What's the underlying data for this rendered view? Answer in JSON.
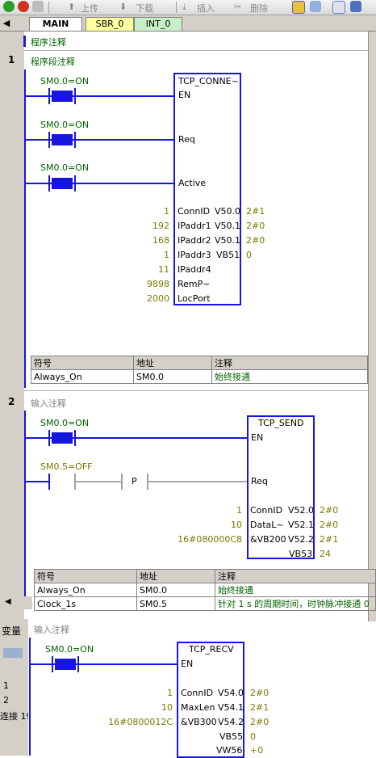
{
  "toolbar": {
    "upload_label": "上传",
    "download_label": "下载",
    "insert_label": "插入",
    "delete_label": "删除"
  },
  "tabs": [
    {
      "label": "MAIN"
    },
    {
      "label": "SBR_0"
    },
    {
      "label": "INT_0"
    }
  ],
  "program_comment": "程序注释",
  "networks": [
    {
      "number": "1",
      "comment": "程序段注释",
      "contacts": [
        {
          "label": "SM0.0=ON"
        },
        {
          "label": "SM0.0=ON"
        },
        {
          "label": "SM0.0=ON"
        }
      ],
      "block": {
        "title": "TCP_CONNE~",
        "en": "EN",
        "req": "Req",
        "active": "Active",
        "inputs": [
          {
            "name": "ConnID",
            "value": "1"
          },
          {
            "name": "IPaddr1",
            "value": "192"
          },
          {
            "name": "IPaddr2",
            "value": "168"
          },
          {
            "name": "IPaddr3",
            "value": "1"
          },
          {
            "name": "IPaddr4",
            "value": "11"
          },
          {
            "name": "RemP~",
            "value": "9898"
          },
          {
            "name": "LocPort",
            "value": "2000"
          }
        ],
        "outputs": [
          {
            "name": "V50.0",
            "value": "2#1"
          },
          {
            "name": "V50.1",
            "value": "2#0"
          },
          {
            "name": "V50.1",
            "value": "2#0"
          },
          {
            "name": "VB51",
            "value": "0"
          }
        ]
      },
      "symbol_table": {
        "headers": [
          "符号",
          "地址",
          "注释"
        ],
        "rows": [
          {
            "symbol": "Always_On",
            "address": "SM0.0",
            "comment": "始终接通"
          }
        ]
      }
    },
    {
      "number": "2",
      "comment": "输入注释",
      "contacts": [
        {
          "label": "SM0.0=ON"
        },
        {
          "label": "SM0.5=OFF"
        }
      ],
      "pulse_label": "P",
      "block": {
        "title": "TCP_SEND",
        "en": "EN",
        "req": "Req",
        "inputs": [
          {
            "name": "ConnID",
            "value": "1"
          },
          {
            "name": "DataL~",
            "value": "10"
          },
          {
            "name": "&VB200",
            "value": "16#080000C8"
          }
        ],
        "outputs": [
          {
            "name": "V52.0",
            "value": "2#0"
          },
          {
            "name": "V52.1",
            "value": "2#0"
          },
          {
            "name": "V52.2",
            "value": "2#1"
          },
          {
            "name": "VB53",
            "value": "24"
          }
        ]
      },
      "symbol_table": {
        "headers": [
          "符号",
          "地址",
          "注释"
        ],
        "rows": [
          {
            "symbol": "Always_On",
            "address": "SM0.0",
            "comment": "始终接通"
          },
          {
            "symbol": "Clock_1s",
            "address": "SM0.5",
            "comment": "针对 1 s 的周期时间，时钟脉冲接通 0"
          }
        ]
      }
    },
    {
      "comment": "输入注释",
      "contacts": [
        {
          "label": "SM0.0=ON"
        }
      ],
      "block": {
        "title": "TCP_RECV",
        "en": "EN",
        "inputs": [
          {
            "name": "ConnID",
            "value": "1"
          },
          {
            "name": "MaxLen",
            "value": "10"
          },
          {
            "name": "&VB300",
            "value": "16#0800012C"
          }
        ],
        "outputs": [
          {
            "name": "V54.0",
            "value": "2#0"
          },
          {
            "name": "V54.1",
            "value": "2#1"
          },
          {
            "name": "V54.2",
            "value": "2#0"
          },
          {
            "name": "VB55",
            "value": "0"
          },
          {
            "name": "VW56",
            "value": "+0"
          }
        ]
      }
    }
  ],
  "lower_left": {
    "title": "变量",
    "row1": "1",
    "row2": "2",
    "status": "连接 19"
  }
}
